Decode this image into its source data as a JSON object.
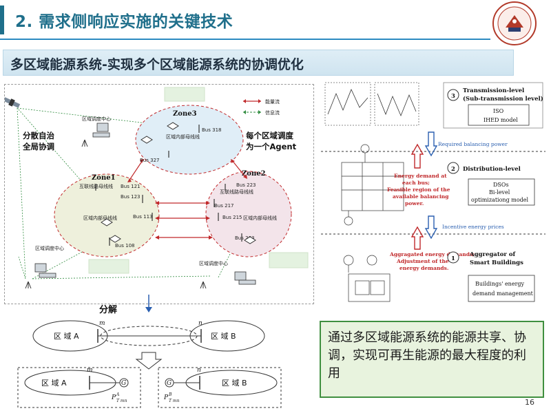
{
  "header": {
    "title": "2. 需求侧响应实施的关键技术"
  },
  "subtitle": "多区域能源系统-实现多个区域能源系统的协调优化",
  "left_diagram": {
    "legend": {
      "energy_flow": "能量流",
      "info_flow": "信息流"
    },
    "annotation_left": [
      "分散自治",
      "全局协调"
    ],
    "annotation_right": [
      "每个区域调度",
      "为一个Agent"
    ],
    "dispatch_center": "区域调度中心",
    "zones": {
      "zone1": "Zone1",
      "zone2": "Zone2",
      "zone3": "Zone3"
    },
    "bus_labels": {
      "bus318": "Bus 318",
      "bus327": "Bus 327",
      "bus121": "Bus 121",
      "bus123": "Bus 123",
      "bus113": "Bus 113",
      "bus108": "Bus 108",
      "bus223": "Bus 223",
      "bus217": "Bus 217",
      "bus215": "Bus 215",
      "bus203": "Bus 203"
    },
    "internal_line": "区域内部母线线",
    "tie_line": "互联线路母线线"
  },
  "decomposition": {
    "title": "分解",
    "zone_a": "区 域 A",
    "zone_b": "区 域 B",
    "m": "m",
    "n": "n",
    "g": "G",
    "pa": "P",
    "pa_sup": "A",
    "pa_sub": "T mn",
    "pb": "P",
    "pb_sup": "B",
    "pb_sub": "T mn"
  },
  "right_diagram": {
    "level3_num": "3",
    "level3_title": "Transmission-level",
    "level3_sub": "(Sub-transmission level)",
    "level3_box1": "ISO",
    "level3_box2": "IHED model",
    "required_power": "Required balancing power",
    "red_text_1": "Energy demand at",
    "red_text_2": "each bus;",
    "red_text_3": "Feasible region of the",
    "red_text_4": "available balancing",
    "red_text_5": "power.",
    "level2_num": "2",
    "level2_title": "Distribution-level",
    "level2_box1": "DSOs",
    "level2_box2": "Bi-level",
    "level2_box3": "optimizationg model",
    "incentive": "Incentive energy prices",
    "red_text_6": "Aggragated energy demands;",
    "red_text_7": "Adjustment of the",
    "red_text_8": "energy demands.",
    "level1_num": "1",
    "level1_title": "Aggregator of",
    "level1_sub": "Smart Buildings",
    "level1_box1": "Buildings' energy",
    "level1_box2": "demand management"
  },
  "callout": "通过多区域能源系统的能源共享、协调，实现可再生能源的最大程度的利用",
  "page_number": "16",
  "colors": {
    "brand": "#1f6f8b",
    "accent": "#2c8ac0",
    "energy_flow": "#c0282a",
    "info_flow": "#2e8b3d"
  }
}
